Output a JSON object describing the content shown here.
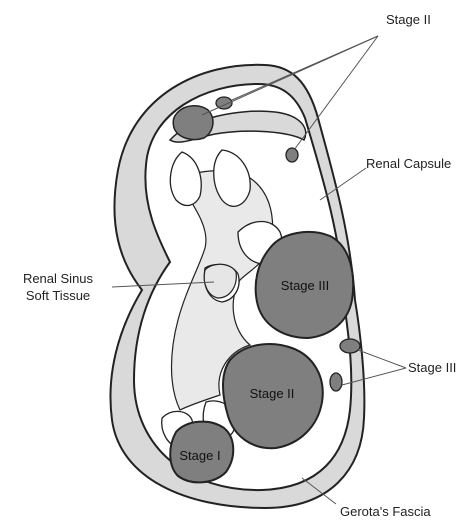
{
  "labels": {
    "stage_ii_top": "Stage II",
    "renal_capsule": "Renal Capsule",
    "renal_sinus_line1": "Renal Sinus",
    "renal_sinus_line2": "Soft Tissue",
    "stage_iii_right": "Stage III",
    "gerotas_fascia": "Gerota's Fascia"
  },
  "tumors": {
    "stage_iii": "Stage III",
    "stage_ii": "Stage II",
    "stage_i": "Stage I"
  },
  "colors": {
    "outline": "#222222",
    "fascia_fill": "#d9d9d9",
    "kidney_fill": "#ffffff",
    "tumor_fill": "#7f7f7f",
    "medulla_fill": "#ffffff",
    "sinus_fill": "#e9e9e9",
    "leader": "#555555"
  }
}
